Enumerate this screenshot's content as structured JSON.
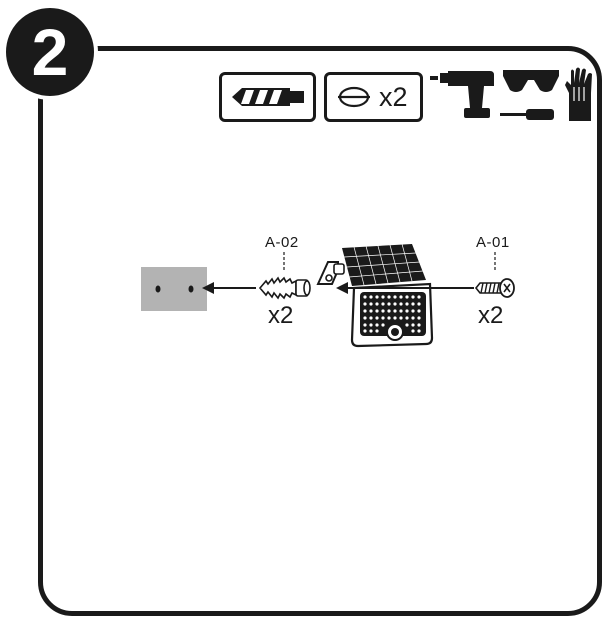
{
  "step": {
    "number": "2"
  },
  "tools": {
    "screw_quantity": "x2",
    "icons": [
      "drill-bit-icon",
      "screw-head-icon",
      "power-drill-icon",
      "safety-glasses-icon",
      "screwdriver-icon",
      "gloves-icon"
    ]
  },
  "parts": {
    "anchor": {
      "code": "A-02",
      "quantity": "x2"
    },
    "screw": {
      "code": "A-01",
      "quantity": "x2"
    }
  },
  "colors": {
    "ink": "#1a1a1a",
    "wall": "#b3b3b3",
    "background": "#ffffff"
  }
}
